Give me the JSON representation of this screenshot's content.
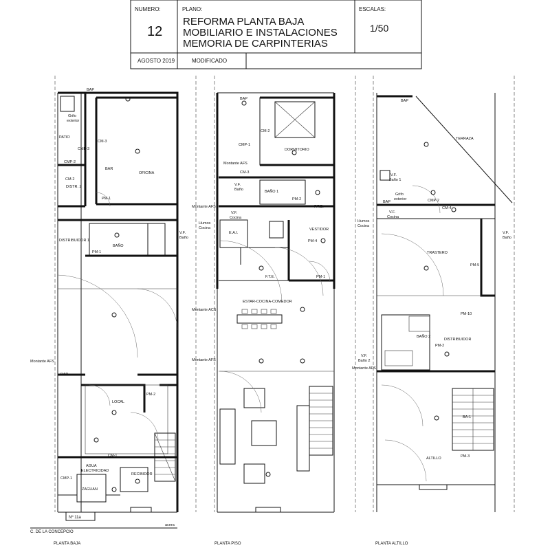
{
  "title_block": {
    "numero_label": "NUMERO:",
    "numero_value": "12",
    "plano_label": "PLANO:",
    "plano_lines": [
      "REFORMA PLANTA BAJA",
      "MOBILIARIO E INSTALACIONES",
      "MEMORIA DE CARPINTERIAS"
    ],
    "escalas_label": "ESCALAS:",
    "escalas_value": "1/50",
    "date": "AGOSTO 2019",
    "status": "MODIFICADO"
  },
  "footer": {
    "badge": "Nº 11a",
    "street": "C. DE LA CONCEPCIO",
    "sidewalk": "acera"
  },
  "floors": {
    "baja": {
      "name": "PLANTA BAJA",
      "labels": {
        "bap": "BAP",
        "grifo1": "Grifo",
        "grifo2": "exterior",
        "patio": "PATIO",
        "cm3": "CM-3",
        "cmp3": "CMP-3",
        "cmp2": "CMP-2",
        "bar": "BAR",
        "oficina": "OFICINA",
        "cm2": "CM-2",
        "distr2": "DISTR. 2",
        "pm1": "PM-1",
        "distribuidor1": "DISTRIBUIDOR 1",
        "bano": "BAÑO",
        "pm1b": "PM-1",
        "vf": "V.F.",
        "bano_vf": "Baño",
        "montante_afs": "Montante AFS",
        "bar2": "BAR",
        "local": "LOCAL",
        "pm2": "PM-2",
        "cm1": "CM-1",
        "agua": "AGUA",
        "electricidad": "ELECTRICIDAD",
        "cmp1": "CMP-1",
        "recibidor": "RECIBIDOR",
        "zaguan": "ZAGUAN"
      }
    },
    "piso": {
      "name": "PLANTA PISO",
      "labels": {
        "bap": "BAP",
        "cm2": "CM-2",
        "cmp1": "CMP-1",
        "dormitorio": "DORMITORIO",
        "montante_afs": "Montante AFS",
        "cm3": "CM-3",
        "vf": "V.F.",
        "bano_vf": "Baño",
        "bano1": "BAÑO 1",
        "pm2": "PM-2",
        "fte": "F.T.E.",
        "montante_afs2": "Montante AFS",
        "vf2": "V.F.",
        "cocina_vf": "Cocina",
        "humos1": "Humos",
        "humos2": "Cocina",
        "eai": "E.A.I.",
        "vestidor": "VESTIDOR",
        "pm4": "PM-4",
        "fte2": "F.T.E.",
        "pm1": "PM-1",
        "estar": "ESTAR-COCINA-COMEDOR",
        "montante_acs": "Montante ACS",
        "montante_afs3": "Montante AFS"
      }
    },
    "altillo": {
      "name": "PLANTA ALTILLO",
      "labels": {
        "bap": "BAP",
        "terraza": "TERRAZA",
        "humos1": "Humos",
        "humos2": "Cocina",
        "vf": "V.F.",
        "bano1": "Baño 1",
        "bap2": "BAP",
        "grifo1": "Grifo",
        "grifo2": "exterior",
        "cmp2": "CMP-2",
        "cm4": "CM-4",
        "vf2": "V.F.",
        "cocina": "Cocina",
        "vf3": "V.F.",
        "bano3": "Baño",
        "trastero": "TRASTERO",
        "pm5": "PM-5",
        "pm10": "PM-10",
        "bano2": "BAÑO 2",
        "pm2": "PM-2",
        "distribuidor": "DISTRIBUIDOR",
        "vf4": "V.F.",
        "bano2b": "Baño 2",
        "montante_afs": "Montante AFS",
        "ba1": "BA-1",
        "altillo": "ALTILLO",
        "pm3": "PM-3"
      }
    }
  }
}
